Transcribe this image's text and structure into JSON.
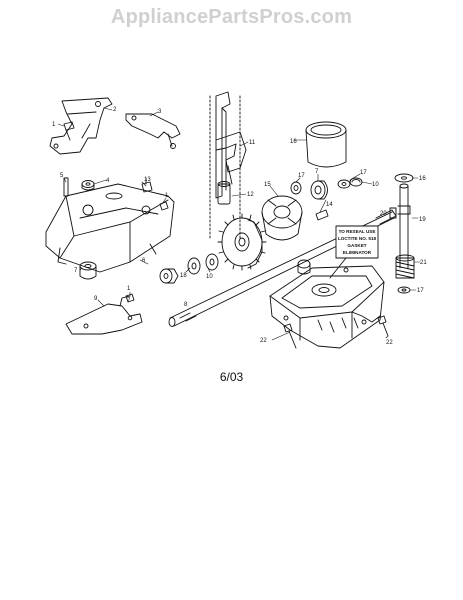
{
  "watermark": "AppliancePartsPros.com",
  "date_code": "6/03",
  "callout": {
    "lines": [
      "TO RESEAL USE",
      "LOCTITE NO. 518",
      "GASKET",
      "ELIMINATOR"
    ]
  },
  "part_numbers": {
    "p1a": "1",
    "p2": "2",
    "p3": "3",
    "p11": "11",
    "p16a": "16",
    "p7a": "7",
    "p13": "13",
    "p17a": "17",
    "p17b": "17",
    "p17c": "17",
    "p14": "14",
    "p15": "15",
    "p16b": "16",
    "p12": "12",
    "p4": "4",
    "p5": "5",
    "p1b": "1",
    "p10a": "10",
    "p18": "18",
    "p20": "20",
    "p19": "19",
    "p6": "6",
    "p7b": "7",
    "p8": "8",
    "p9": "9",
    "p10b": "10",
    "p21": "21",
    "p22a": "22",
    "p22b": "22",
    "p1c": "1",
    "p7c": "7"
  }
}
